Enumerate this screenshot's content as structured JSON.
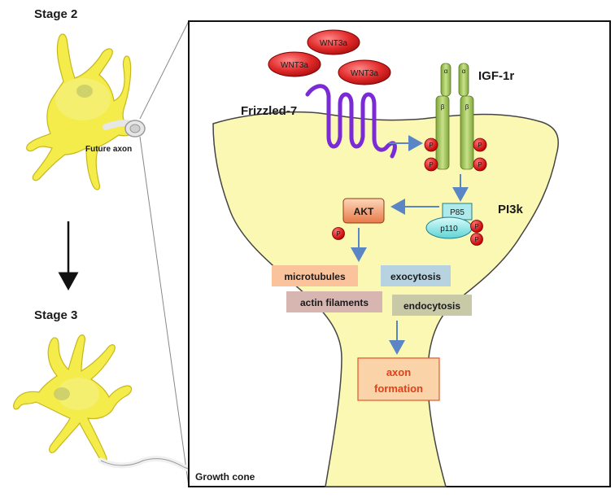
{
  "stages": {
    "stage2": "Stage 2",
    "stage3": "Stage 3",
    "future_axon": "Future axon"
  },
  "ligand": {
    "wnt_labels": [
      "WNT3a",
      "WNT3a",
      "WNT3a"
    ]
  },
  "receptors": {
    "frizzled": "Frizzled-7",
    "igf1r": "IGF-1r",
    "alpha": "α",
    "beta": "β",
    "phospho": "P"
  },
  "kinases": {
    "pi3k": "PI3k",
    "p85": "P85",
    "p110": "p110",
    "akt": "AKT"
  },
  "processes": {
    "microtubules": "microtubules",
    "exocytosis": "exocytosis",
    "actin": "actin filaments",
    "endocytosis": "endocytosis",
    "axon_formation_line1": "axon",
    "axon_formation_line2": "formation"
  },
  "panel": {
    "growth_cone": "Growth cone"
  },
  "colors": {
    "neuron_fill": "#f3ec4a",
    "cone_fill": "#fbf8b4",
    "wnt_red": "#d62728",
    "frizzled_purple": "#7a2bd6",
    "receptor_green": "#a3c35a",
    "arrow_blue": "#5b86c5",
    "microtubules_box": "#fbc39b",
    "exocytosis_box": "#b7d3e2",
    "actin_box": "#d7b6b1",
    "endocytosis_box": "#c7c9a7",
    "axon_box": "#fbd3a8"
  }
}
